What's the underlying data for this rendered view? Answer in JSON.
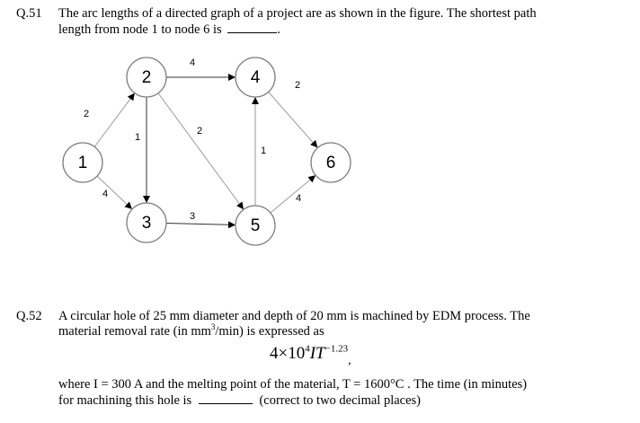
{
  "q51": {
    "number": "Q.51",
    "line1": "The arc lengths of a directed graph of a project are as shown in the figure. The shortest path",
    "line2_pre": "length from node 1 to node 6 is",
    "line2_post": "."
  },
  "graph": {
    "nodes": [
      {
        "id": "1",
        "label": "1"
      },
      {
        "id": "2",
        "label": "2"
      },
      {
        "id": "3",
        "label": "3"
      },
      {
        "id": "4",
        "label": "4"
      },
      {
        "id": "5",
        "label": "5"
      },
      {
        "id": "6",
        "label": "6"
      }
    ],
    "edges": [
      {
        "from": "1",
        "to": "2",
        "length": "2"
      },
      {
        "from": "1",
        "to": "3",
        "length": "4"
      },
      {
        "from": "2",
        "to": "4",
        "length": "4"
      },
      {
        "from": "2",
        "to": "3",
        "length": "1"
      },
      {
        "from": "2",
        "to": "5",
        "length": "2"
      },
      {
        "from": "3",
        "to": "5",
        "length": "3"
      },
      {
        "from": "5",
        "to": "4",
        "length": "1"
      },
      {
        "from": "4",
        "to": "6",
        "length": "2"
      },
      {
        "from": "5",
        "to": "6",
        "length": "4"
      }
    ]
  },
  "q52": {
    "number": "Q.52",
    "line1": "A circular hole of 25 mm diameter and depth of 20 mm is machined by EDM process. The",
    "line2_pre": "material removal rate (in mm",
    "line2_sup": "3",
    "line2_post": "/min) is expressed as",
    "formula_coef": "4×10",
    "formula_exp1": "4",
    "formula_vars": "IT",
    "formula_exp2": "−1.23",
    "formula_comma": ",",
    "line3": "where I = 300 A and the melting point of the material, T = 1600°C . The time (in minutes)",
    "line4_pre": "for machining this hole is",
    "line4_post": "(correct to two decimal places)"
  }
}
